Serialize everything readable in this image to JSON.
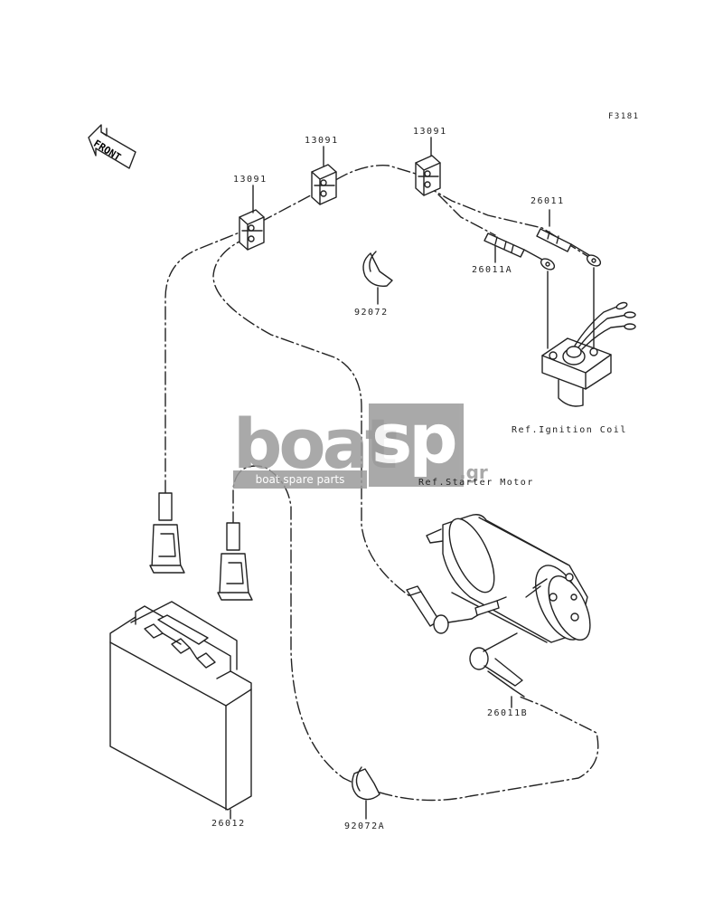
{
  "figure_code": "F3181",
  "front_label": "FRONT",
  "parts": {
    "clamp_left": "13091",
    "clamp_middle": "13091",
    "clamp_right": "13091",
    "cable_top": "26011",
    "cable_a": "26011A",
    "cable_b": "26011B",
    "battery": "26012",
    "band_upper": "92072",
    "band_lower": "92072A"
  },
  "refs": {
    "ignition_coil": "Ref.Ignition Coil",
    "starter_motor": "Ref.Starter Motor"
  },
  "watermark": {
    "brand_left": "boat",
    "brand_right": "sp",
    "domain": ".gr",
    "tagline": "boat spare parts"
  }
}
